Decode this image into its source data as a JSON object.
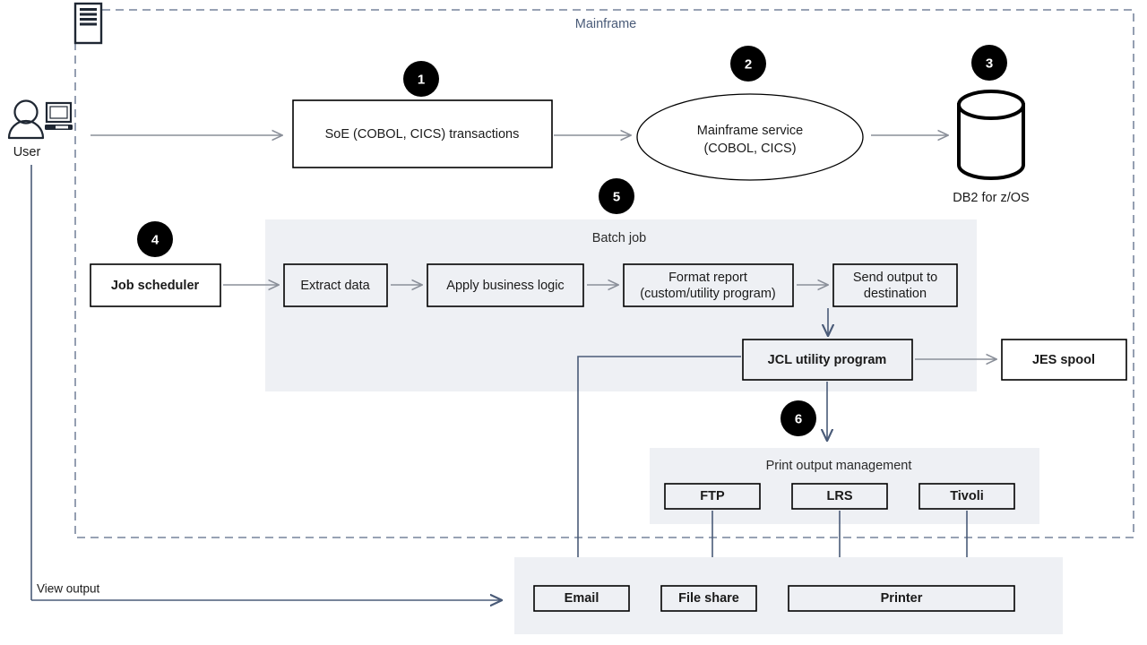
{
  "zone": {
    "label": "Mainframe",
    "icon": "mainframe-server-icon",
    "border_color": "#5a6b87"
  },
  "actor": {
    "label": "User",
    "icon": "user-workstation-icon"
  },
  "edges": {
    "view_output_label": "View output"
  },
  "badges": [
    {
      "id": 1,
      "text": "1"
    },
    {
      "id": 2,
      "text": "2"
    },
    {
      "id": 3,
      "text": "3"
    },
    {
      "id": 4,
      "text": "4"
    },
    {
      "id": 5,
      "text": "5"
    },
    {
      "id": 6,
      "text": "6"
    }
  ],
  "nodes": {
    "soe": {
      "label": "SoE (COBOL, CICS) transactions",
      "shape": "rect"
    },
    "mainframe_service": {
      "label_line1": "Mainframe service",
      "label_line2": "(COBOL, CICS)",
      "shape": "ellipse"
    },
    "db2": {
      "label": "DB2 for z/OS",
      "shape": "cylinder"
    },
    "job_scheduler": {
      "label": "Job scheduler",
      "shape": "rect",
      "bold": true
    },
    "jcl_utility": {
      "label": "JCL utility program",
      "shape": "rect",
      "bold": true
    },
    "jes_spool": {
      "label": "JES spool",
      "shape": "rect",
      "bold": true
    }
  },
  "batch_job": {
    "title": "Batch job",
    "steps": [
      {
        "label": "Extract data"
      },
      {
        "label": "Apply business logic"
      },
      {
        "label_line1": "Format report",
        "label_line2": "(custom/utility  program)"
      },
      {
        "label_line1": "Send output to",
        "label_line2": "destination"
      }
    ]
  },
  "print_output_management": {
    "title": "Print output management",
    "items": [
      {
        "label": "FTP"
      },
      {
        "label": "LRS"
      },
      {
        "label": "Tivoli"
      }
    ]
  },
  "destinations": {
    "items": [
      {
        "label": "Email"
      },
      {
        "label": "File share"
      },
      {
        "label": "Printer"
      }
    ]
  },
  "colors": {
    "panel_fill": "#eef0f4",
    "zone_border": "#5a6b87",
    "arrow_gray": "#8a8f99",
    "arrow_blue": "#4a5b78",
    "badge_fill": "#000000",
    "badge_text": "#ffffff"
  }
}
